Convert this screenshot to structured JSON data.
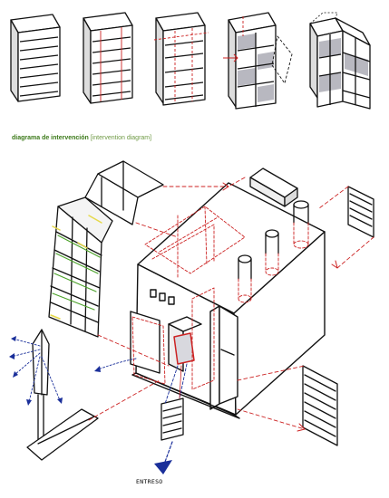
{
  "caption": {
    "title": "diagrama de intervención",
    "subtitle": "[intervention diagram]",
    "title_color": "#3c7a1a",
    "subtitle_color": "#6f9a45"
  },
  "label_entry": "ENTRESO",
  "colors": {
    "ink": "#111111",
    "red_dash": "#cc2222",
    "blue_arrow": "#1a2f9a",
    "green_mark": "#4ca22a",
    "yellow_mark": "#e6d94a",
    "panel_gray": "#b8b8c0"
  }
}
